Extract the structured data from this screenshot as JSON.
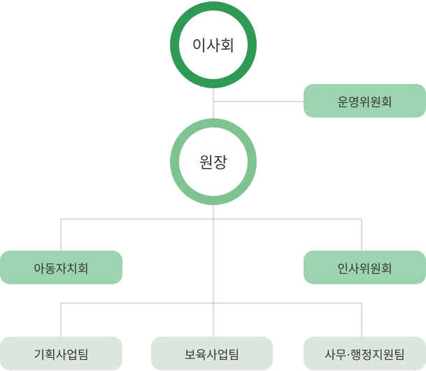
{
  "nodes": {
    "board": {
      "label": "이사회"
    },
    "operating_committee": {
      "label": "운영위원회"
    },
    "director": {
      "label": "원장"
    },
    "children_council": {
      "label": "아동자치회"
    },
    "personnel_committee": {
      "label": "인사위원회"
    },
    "planning_team": {
      "label": "기획사업팀"
    },
    "childcare_team": {
      "label": "보육사업팀"
    },
    "admin_support_team": {
      "label": "사무·행정지원팀"
    }
  },
  "colors": {
    "board_ring": "#2e9a56",
    "director_ring": "#80c393",
    "committee_fill": "#9dd3ae",
    "team_fill": "#dde5df",
    "connector": "#b5b5b5",
    "text": "#333333"
  }
}
